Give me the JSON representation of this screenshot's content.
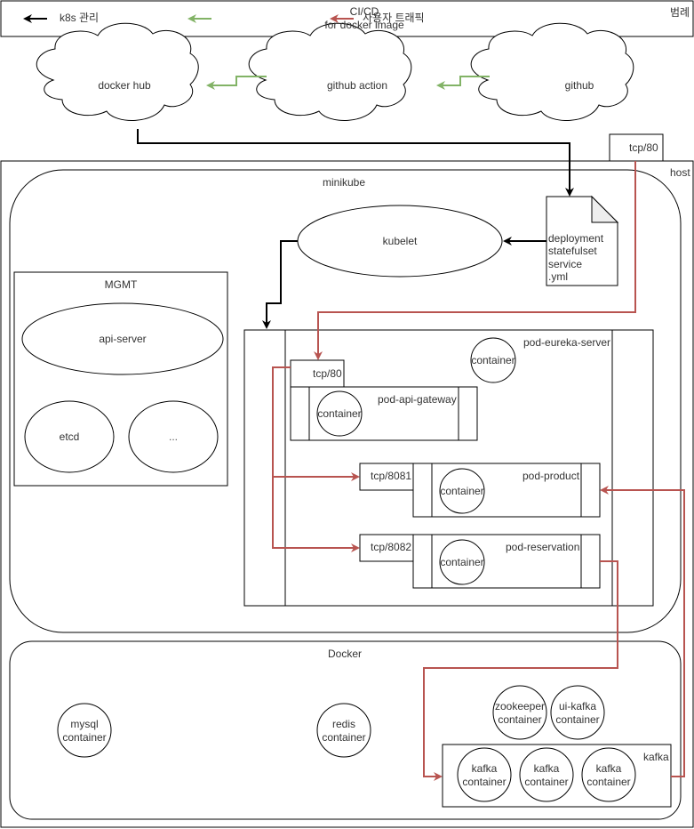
{
  "legend": {
    "title": "범례",
    "items": [
      {
        "label": "k8s 관리",
        "color": "#000000"
      },
      {
        "label_line1": "CI/CD",
        "label_line2": "for docker image",
        "color": "#82b366"
      },
      {
        "label": "사용자 트래픽",
        "color": "#b85450"
      }
    ]
  },
  "clouds": {
    "docker_hub": "docker hub",
    "github_action": "github action",
    "github": "github"
  },
  "host": {
    "label": "host",
    "ingress_port": "tcp/80"
  },
  "minikube": {
    "label": "minikube",
    "kubelet": "kubelet",
    "manifest": [
      "deployment",
      "statefulset",
      "service",
      ".yml"
    ],
    "mgmt": {
      "label": "MGMT",
      "api_server": "api-server",
      "etcd": "etcd",
      "more": "..."
    },
    "pods": {
      "eureka": {
        "label": "pod-eureka-server",
        "container": "container"
      },
      "gateway": {
        "label": "pod-api-gateway",
        "container": "container",
        "port": "tcp/80"
      },
      "product": {
        "label": "pod-product",
        "container": "container",
        "port": "tcp/8081"
      },
      "reservation": {
        "label": "pod-reservation",
        "container": "container",
        "port": "tcp/8082"
      }
    }
  },
  "docker": {
    "label": "Docker",
    "mysql": [
      "mysql",
      "container"
    ],
    "redis": [
      "redis",
      "container"
    ],
    "zookeeper": [
      "zookeeper",
      "container"
    ],
    "ui_kafka": [
      "ui-kafka",
      "container"
    ],
    "kafka": {
      "label": "kafka",
      "containers": [
        [
          "kafka",
          "container"
        ],
        [
          "kafka",
          "container"
        ],
        [
          "kafka",
          "container"
        ]
      ]
    }
  },
  "colors": {
    "k8s": "#000000",
    "cicd": "#82b366",
    "traffic": "#b85450",
    "doc_fold": "#eeeeee"
  }
}
